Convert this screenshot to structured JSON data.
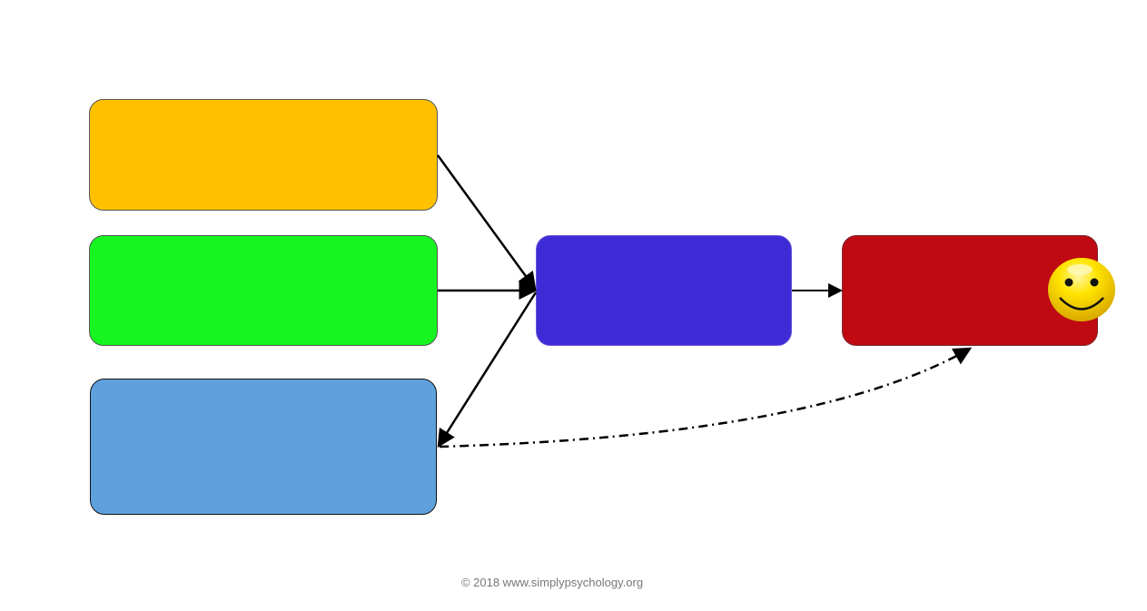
{
  "diagram": {
    "boxes": [
      {
        "id": "yellow",
        "color": "#FFC000"
      },
      {
        "id": "green",
        "color": "#16F51F"
      },
      {
        "id": "light-blue",
        "color": "#5FA1DD"
      },
      {
        "id": "purple",
        "color": "#3F2BD6"
      },
      {
        "id": "red",
        "color": "#BF0A12"
      }
    ],
    "smiley_icon": "smiley-face-icon"
  },
  "footer": {
    "copyright": "© 2018 www.simplypsychology.org"
  }
}
